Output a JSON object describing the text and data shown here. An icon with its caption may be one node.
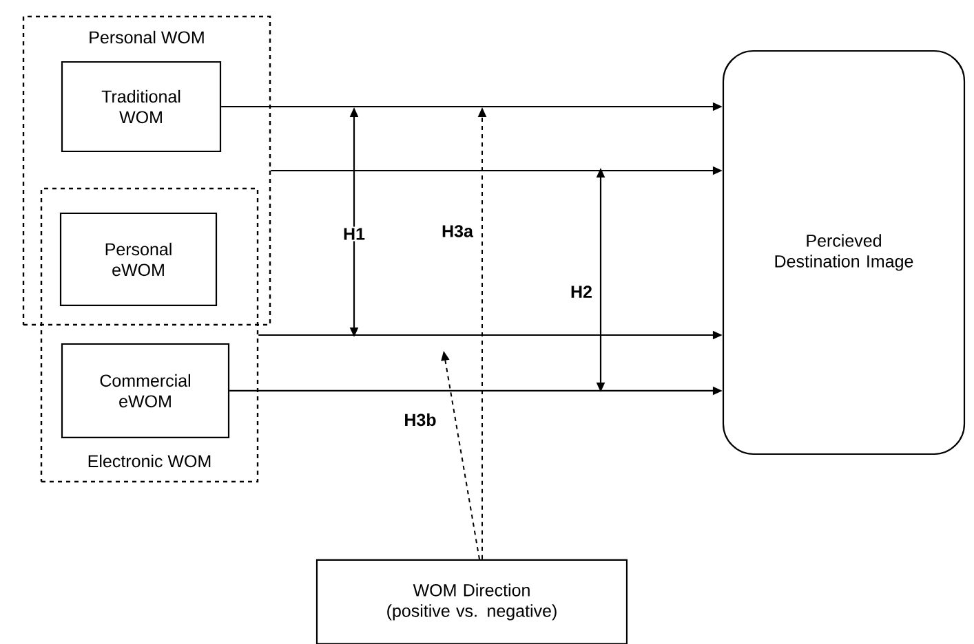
{
  "diagram": {
    "nodes": [
      {
        "text": [
          "Personal WOM"
        ]
      },
      {
        "text": [
          "Traditional WOM"
        ],
        "in": 0
      },
      {
        "text": [
          "Electronic WOM"
        ]
      },
      {
        "text": [
          "Personal eWOM"
        ]
      },
      {
        "text": [
          "Commercial eWOM"
        ],
        "in": 2
      },
      {
        "text": [
          "Percieved Destination Image"
        ]
      },
      {
        "text": [
          "WOM Direction (positive vs. negative)"
        ]
      }
    ],
    "edges": [
      {
        "from": 1,
        "to": 5,
        "arrow": "to"
      },
      {
        "from": 0,
        "to": 5,
        "arrow": "to"
      },
      {
        "from": 2,
        "to": 5,
        "arrow": "to"
      },
      {
        "from": 4,
        "to": 5,
        "arrow": "to"
      },
      {
        "from": 6,
        "to": null,
        "arrow": "to",
        "style": "dashed",
        "label": "H3a"
      },
      {
        "from": 6,
        "to": null,
        "arrow": "to",
        "style": "dashed",
        "label": "H3b"
      }
    ],
    "labels": [
      "H1",
      "H2"
    ]
  }
}
